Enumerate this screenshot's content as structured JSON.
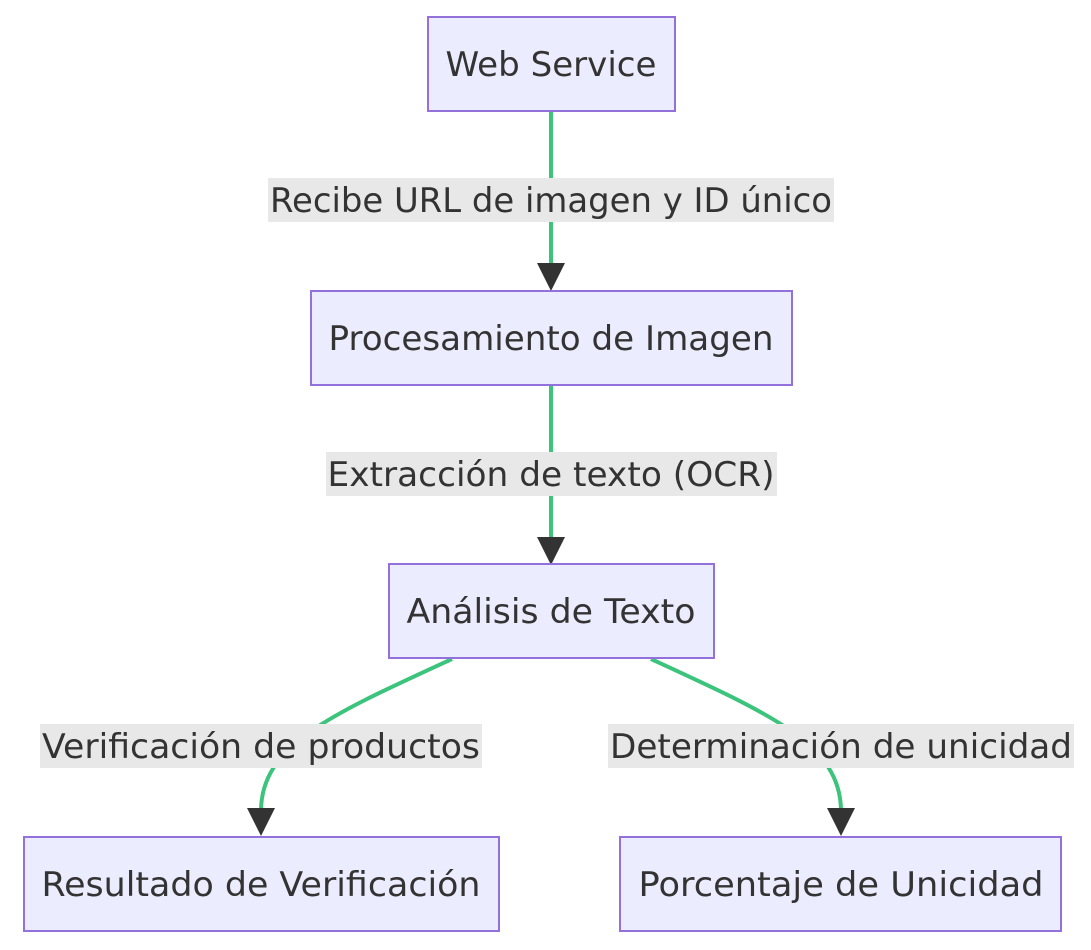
{
  "diagram": {
    "colors": {
      "node_fill": "#ECECFF",
      "node_border": "#9370DB",
      "edge": "#3cc47c",
      "arrowhead": "#333333",
      "label_bg": "#e8e8e8",
      "text": "#333333"
    },
    "nodes": {
      "web_service": "Web Service",
      "procesamiento": "Procesamiento de Imagen",
      "analisis": "Análisis de Texto",
      "resultado": "Resultado de Verificación",
      "porcentaje": "Porcentaje de Unicidad"
    },
    "edges": {
      "recibe": "Recibe URL de imagen y ID único",
      "extraccion": "Extracción de texto (OCR)",
      "verificacion": "Verificación de productos",
      "determinacion": "Determinación de unicidad"
    }
  }
}
